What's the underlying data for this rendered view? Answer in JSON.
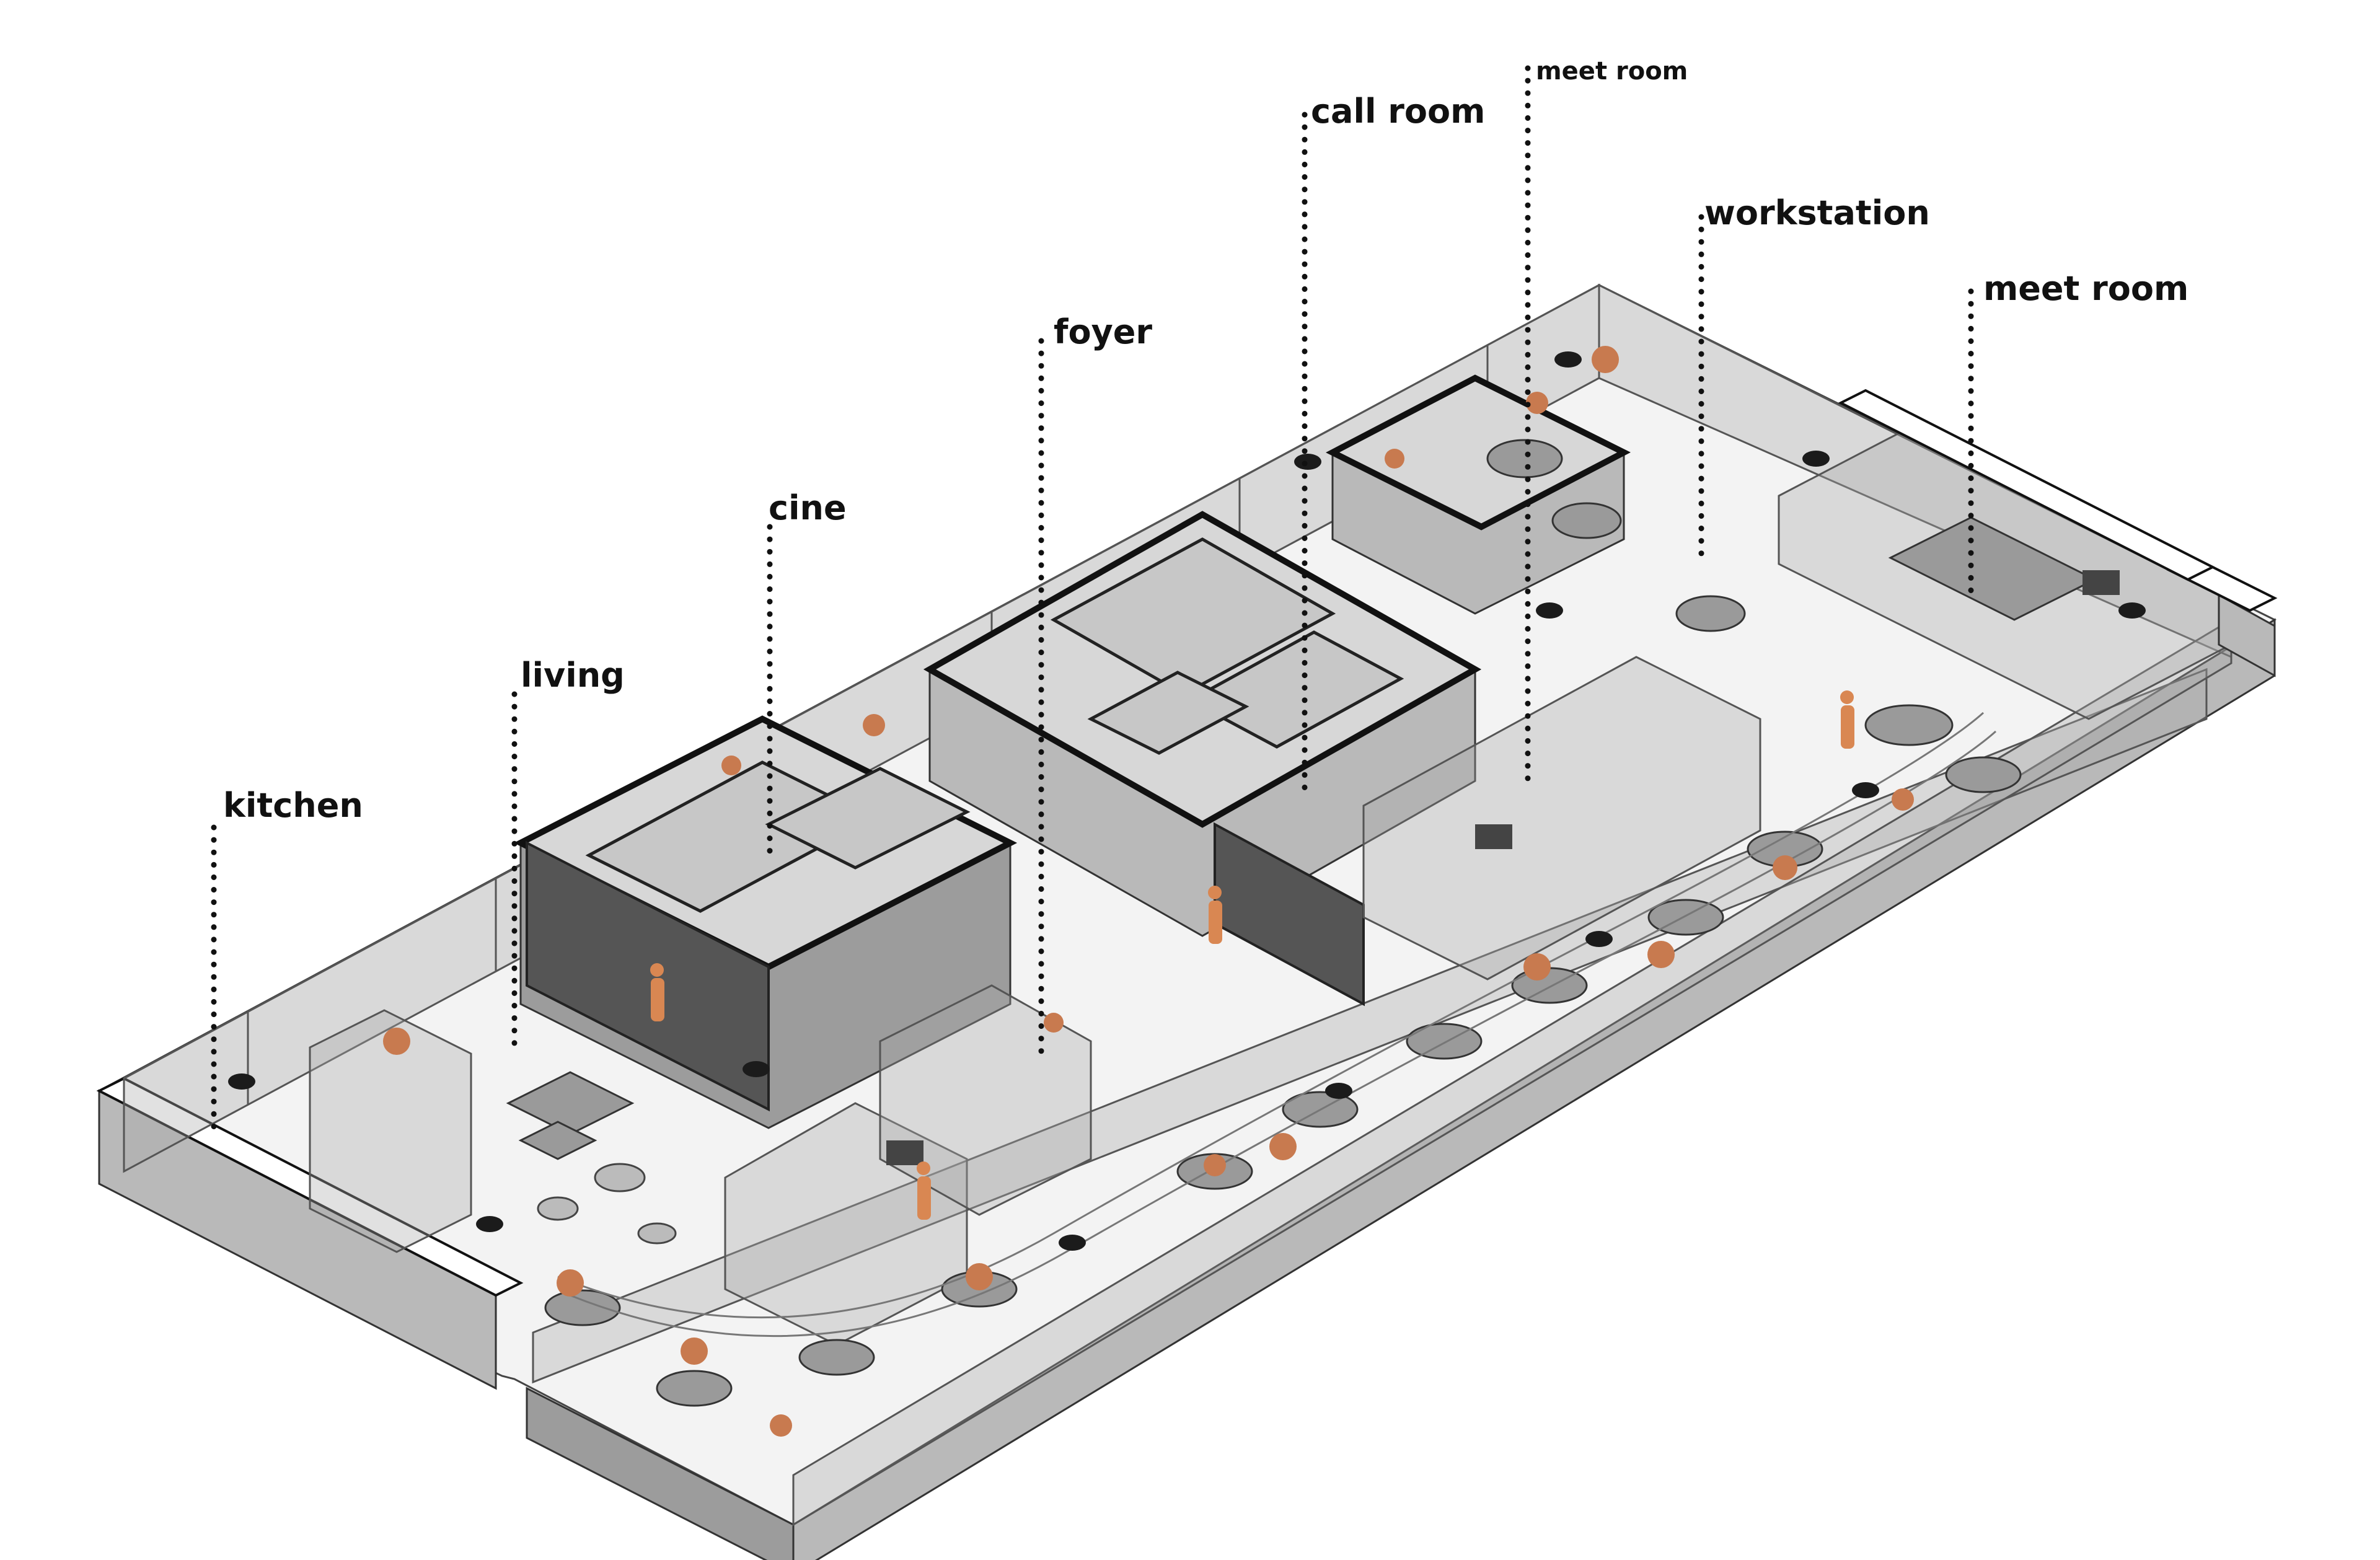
{
  "labels": {
    "kitchen": "kitchen",
    "living": "living",
    "cine": "cine",
    "foyer": "foyer",
    "call_room": "call room",
    "meet_room_small": "meet room",
    "workstation": "workstation",
    "meet_room": "meet room"
  },
  "colors": {
    "accent_people": "#d98752",
    "accent_plants": "#c87a4f",
    "walls": "#b9b9b9",
    "floor": "#f3f3f3",
    "ink": "#111111"
  },
  "icons": [
    "person-figure-icon",
    "plant-icon",
    "column-icon",
    "workstation-cluster-icon"
  ]
}
